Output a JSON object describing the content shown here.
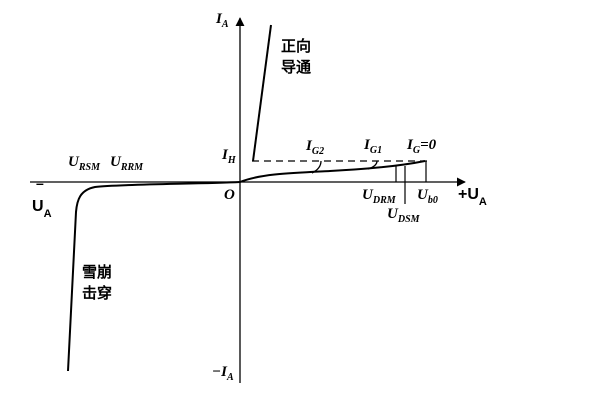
{
  "diagram": {
    "axis_y_pos": {
      "main": "I",
      "sub": "A"
    },
    "axis_y_neg": {
      "main": "−I",
      "sub": "A"
    },
    "axis_x_pos": {
      "main": "+U",
      "sub": "A"
    },
    "axis_x_neg": {
      "main": "U",
      "sub": "A",
      "overbar": "–"
    },
    "origin": "O",
    "ih": {
      "main": "I",
      "sub": "H"
    },
    "ig2": {
      "main": "I",
      "sub": "G2"
    },
    "ig1": {
      "main": "I",
      "sub": "G1"
    },
    "ig0": {
      "main": "I",
      "sub": "G",
      "suffix": "=0"
    },
    "ursm": {
      "main": "U",
      "sub": "RSM"
    },
    "urrm": {
      "main": "U",
      "sub": "RRM"
    },
    "udrm": {
      "main": "U",
      "sub": "DRM"
    },
    "udsm": {
      "main": "U",
      "sub": "DSM"
    },
    "ubo": {
      "main": "U",
      "sub": "b0"
    },
    "forward_line1": "正向",
    "forward_line2": "导通",
    "avalanche_line1": "雪崩",
    "avalanche_line2": "击穿"
  }
}
